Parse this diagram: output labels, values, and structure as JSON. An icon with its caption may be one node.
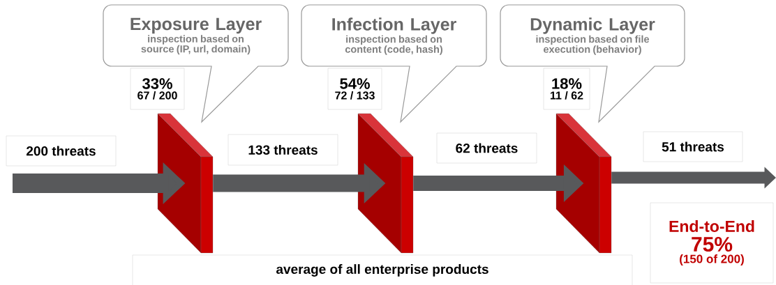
{
  "diagram": {
    "nodes": [
      {
        "text": [
          "Exposure Layer",
          "inspection based on source (IP, url, domain)"
        ]
      },
      {
        "text": [
          "Infection Layer",
          "inspection based on content (code, hash)"
        ]
      },
      {
        "text": [
          "Dynamic Layer",
          "inspection based on file execution (behavior)"
        ]
      },
      {
        "text": [
          "33%",
          "67 / 200"
        ]
      },
      {
        "text": [
          "54%",
          "72 / 133"
        ]
      },
      {
        "text": [
          "18%",
          "11 / 62"
        ]
      },
      {
        "text": [],
        "shape": "box"
      },
      {
        "text": [],
        "shape": "box"
      },
      {
        "text": [],
        "shape": "box"
      },
      {
        "text": [
          "200 threats"
        ]
      },
      {
        "text": [
          "133 threats"
        ]
      },
      {
        "text": [
          "62 threats"
        ]
      },
      {
        "text": [
          "51 threats"
        ]
      },
      {
        "text": [
          "average of all enterprise products"
        ]
      },
      {
        "text": [
          "End-to-End",
          "75%",
          "(150 of 200)"
        ]
      }
    ],
    "edges": [
      {
        "from": null,
        "to": 6,
        "arrow": "to"
      },
      {
        "from": 6,
        "to": 7,
        "arrow": "to"
      },
      {
        "from": 7,
        "to": 8,
        "arrow": "to"
      },
      {
        "from": 8,
        "to": null,
        "arrow": "to"
      }
    ]
  }
}
